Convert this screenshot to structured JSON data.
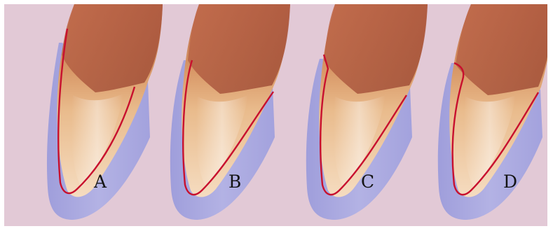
{
  "figure": {
    "panels": [
      {
        "label": "A"
      },
      {
        "label": "B"
      },
      {
        "label": "C"
      },
      {
        "label": "D"
      }
    ],
    "colors": {
      "background": "#e2c9d6",
      "veneer": "#aaa9dd",
      "tooth_tip": "#f2d6b0",
      "tooth_mid": "#d89460",
      "tooth_root": "#a04e36",
      "prep_line": "#c8102e"
    }
  }
}
